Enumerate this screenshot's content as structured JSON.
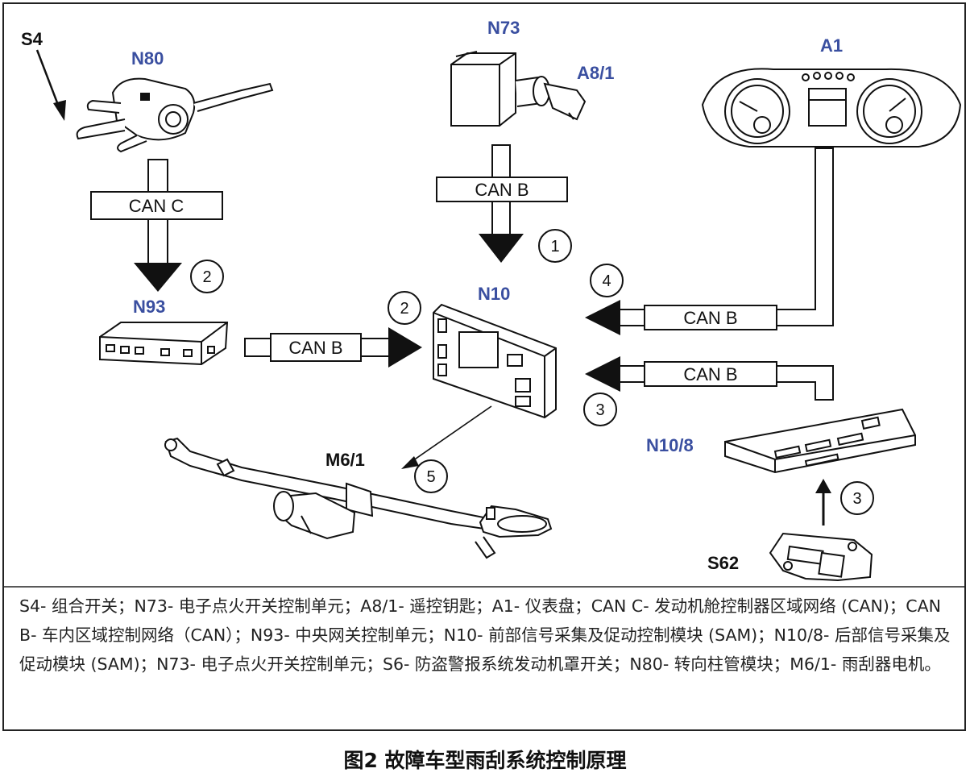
{
  "components": {
    "S4": "S4",
    "N80": "N80",
    "N73": "N73",
    "A8_1": "A8/1",
    "A1": "A1",
    "N93": "N93",
    "N10": "N10",
    "N10_8": "N10/8",
    "M6_1": "M6/1",
    "S62": "S62"
  },
  "buses": {
    "can_c": "CAN C",
    "can_b_n73": "CAN B",
    "can_b_n93": "CAN B",
    "can_b_a1": "CAN B",
    "can_b_n10_8": "CAN B"
  },
  "steps": {
    "n73_to_n10": "1",
    "n80_to_n93": "2",
    "n93_to_n10": "2",
    "a1_to_n10": "4",
    "n10_8_to_n10": "3",
    "s62_to_n10_8": "3",
    "n10_to_m6_1": "5"
  },
  "legend": [
    "S4- 组合开关；N73- 电子点火开关控制单元；A8/1- 遥控钥匙；A1- 仪表盘；CAN C- 发动机舱控制器区域网络 (CAN)；CAN B- 车内区域控制网络（CAN）；N93- 中央网关控制单元；N10- 前部信号采集及促动控制模块 (SAM)；N10/8- 后部信号采集及促动模块 (SAM)；N73- 电子点火开关控制单元；S6- 防盗警报系统发动机罩开关；N80- 转向柱管模块；M6/1- 雨刮器电机。"
  ],
  "caption": "图2 故障车型雨刮系统控制原理"
}
